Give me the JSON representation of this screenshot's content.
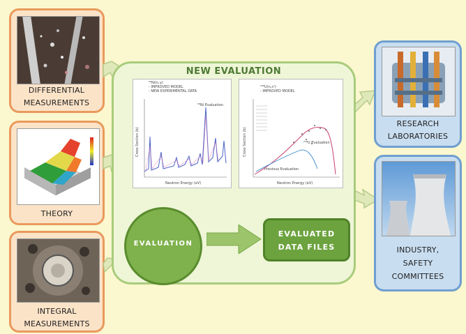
{
  "inputs": {
    "differential": "DIFFERENTIAL MEASUREMENTS",
    "theory": "THEORY",
    "integral": "INTEGRAL MEASUREMENTS"
  },
  "panel": {
    "title": "NEW EVALUATION",
    "chart1": {
      "note_isotope": "⁵⁸Ni(n,γ)",
      "note_line1": "- IMPROVED MODEL",
      "note_line2": "- NEW EXPERIMENTAL DATA",
      "curve_label": "⁵⁸Ni Evaluation",
      "ylabel": "Cross Section (b)",
      "xlabel": "Neutron Energy (eV)"
    },
    "chart2": {
      "note_isotope": "²³⁸U(n,n')",
      "note_line1": "- IMPROVED MODEL",
      "curve_label": "²³⁸U Evaluation",
      "ylabel": "Cross Section (b)",
      "xlabel": "Neutron Energy (eV)",
      "secondary_label": "Previous Evaluation"
    },
    "evaluation": "EVALUATION",
    "evaluated_line1": "EVALUATED",
    "evaluated_line2": "DATA FILES"
  },
  "outputs": {
    "research_line1": "RESEARCH",
    "research_line2": "LABORATORIES",
    "industry_line1": "INDUSTRY,",
    "industry_line2": "SAFETY",
    "industry_line3": "COMMITTEES"
  },
  "colors": {
    "background": "#fbf7cf",
    "orange_border": "#e99a5c",
    "blue_border": "#6f9fd0",
    "green": "#7fb24c",
    "arrow_green": "#a9cc7c"
  },
  "icons": {
    "differential_photo": "detector-photo",
    "theory_image": "3d-surface-plot",
    "integral_photo": "reactor-core-photo",
    "research_photo": "research-reactor-photo",
    "industry_photo": "cooling-towers-photo"
  }
}
